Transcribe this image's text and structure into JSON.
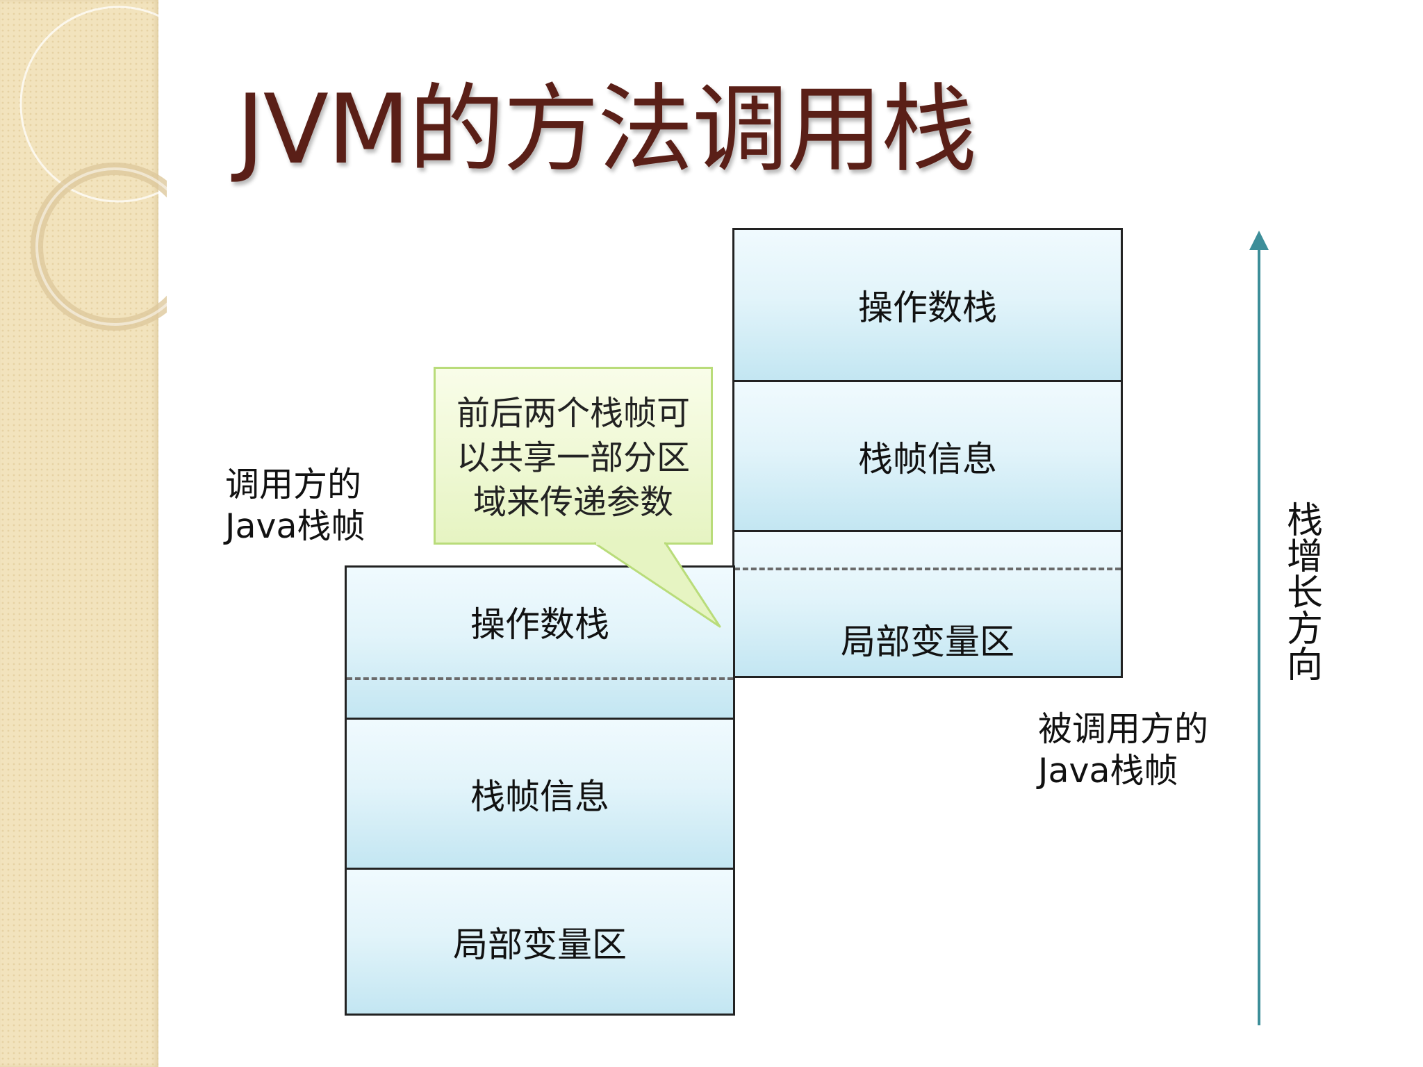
{
  "title": "JVM的方法调用栈",
  "caller": {
    "label_line1": "调用方的",
    "label_line2": "Java栈帧",
    "cells": {
      "operand_stack": "操作数栈",
      "frame_info": "栈帧信息",
      "local_vars": "局部变量区"
    }
  },
  "callee": {
    "label_line1": "被调用方的",
    "label_line2": "Java栈帧",
    "cells": {
      "operand_stack": "操作数栈",
      "frame_info": "栈帧信息",
      "local_vars": "局部变量区"
    }
  },
  "callout": {
    "lines": [
      "前后两个栈帧可",
      "以共享一部分区",
      "域来传递参数"
    ]
  },
  "growth_direction": "栈增长方向",
  "colors": {
    "title": "#5a1f17",
    "cell_top": "#f0fafe",
    "cell_bottom": "#c3e6f2",
    "callout_border": "#b9dc7a",
    "callout_fill": "#eef8d4",
    "arrow": "#3d8e99",
    "sidebar": "#f2e3bd"
  }
}
